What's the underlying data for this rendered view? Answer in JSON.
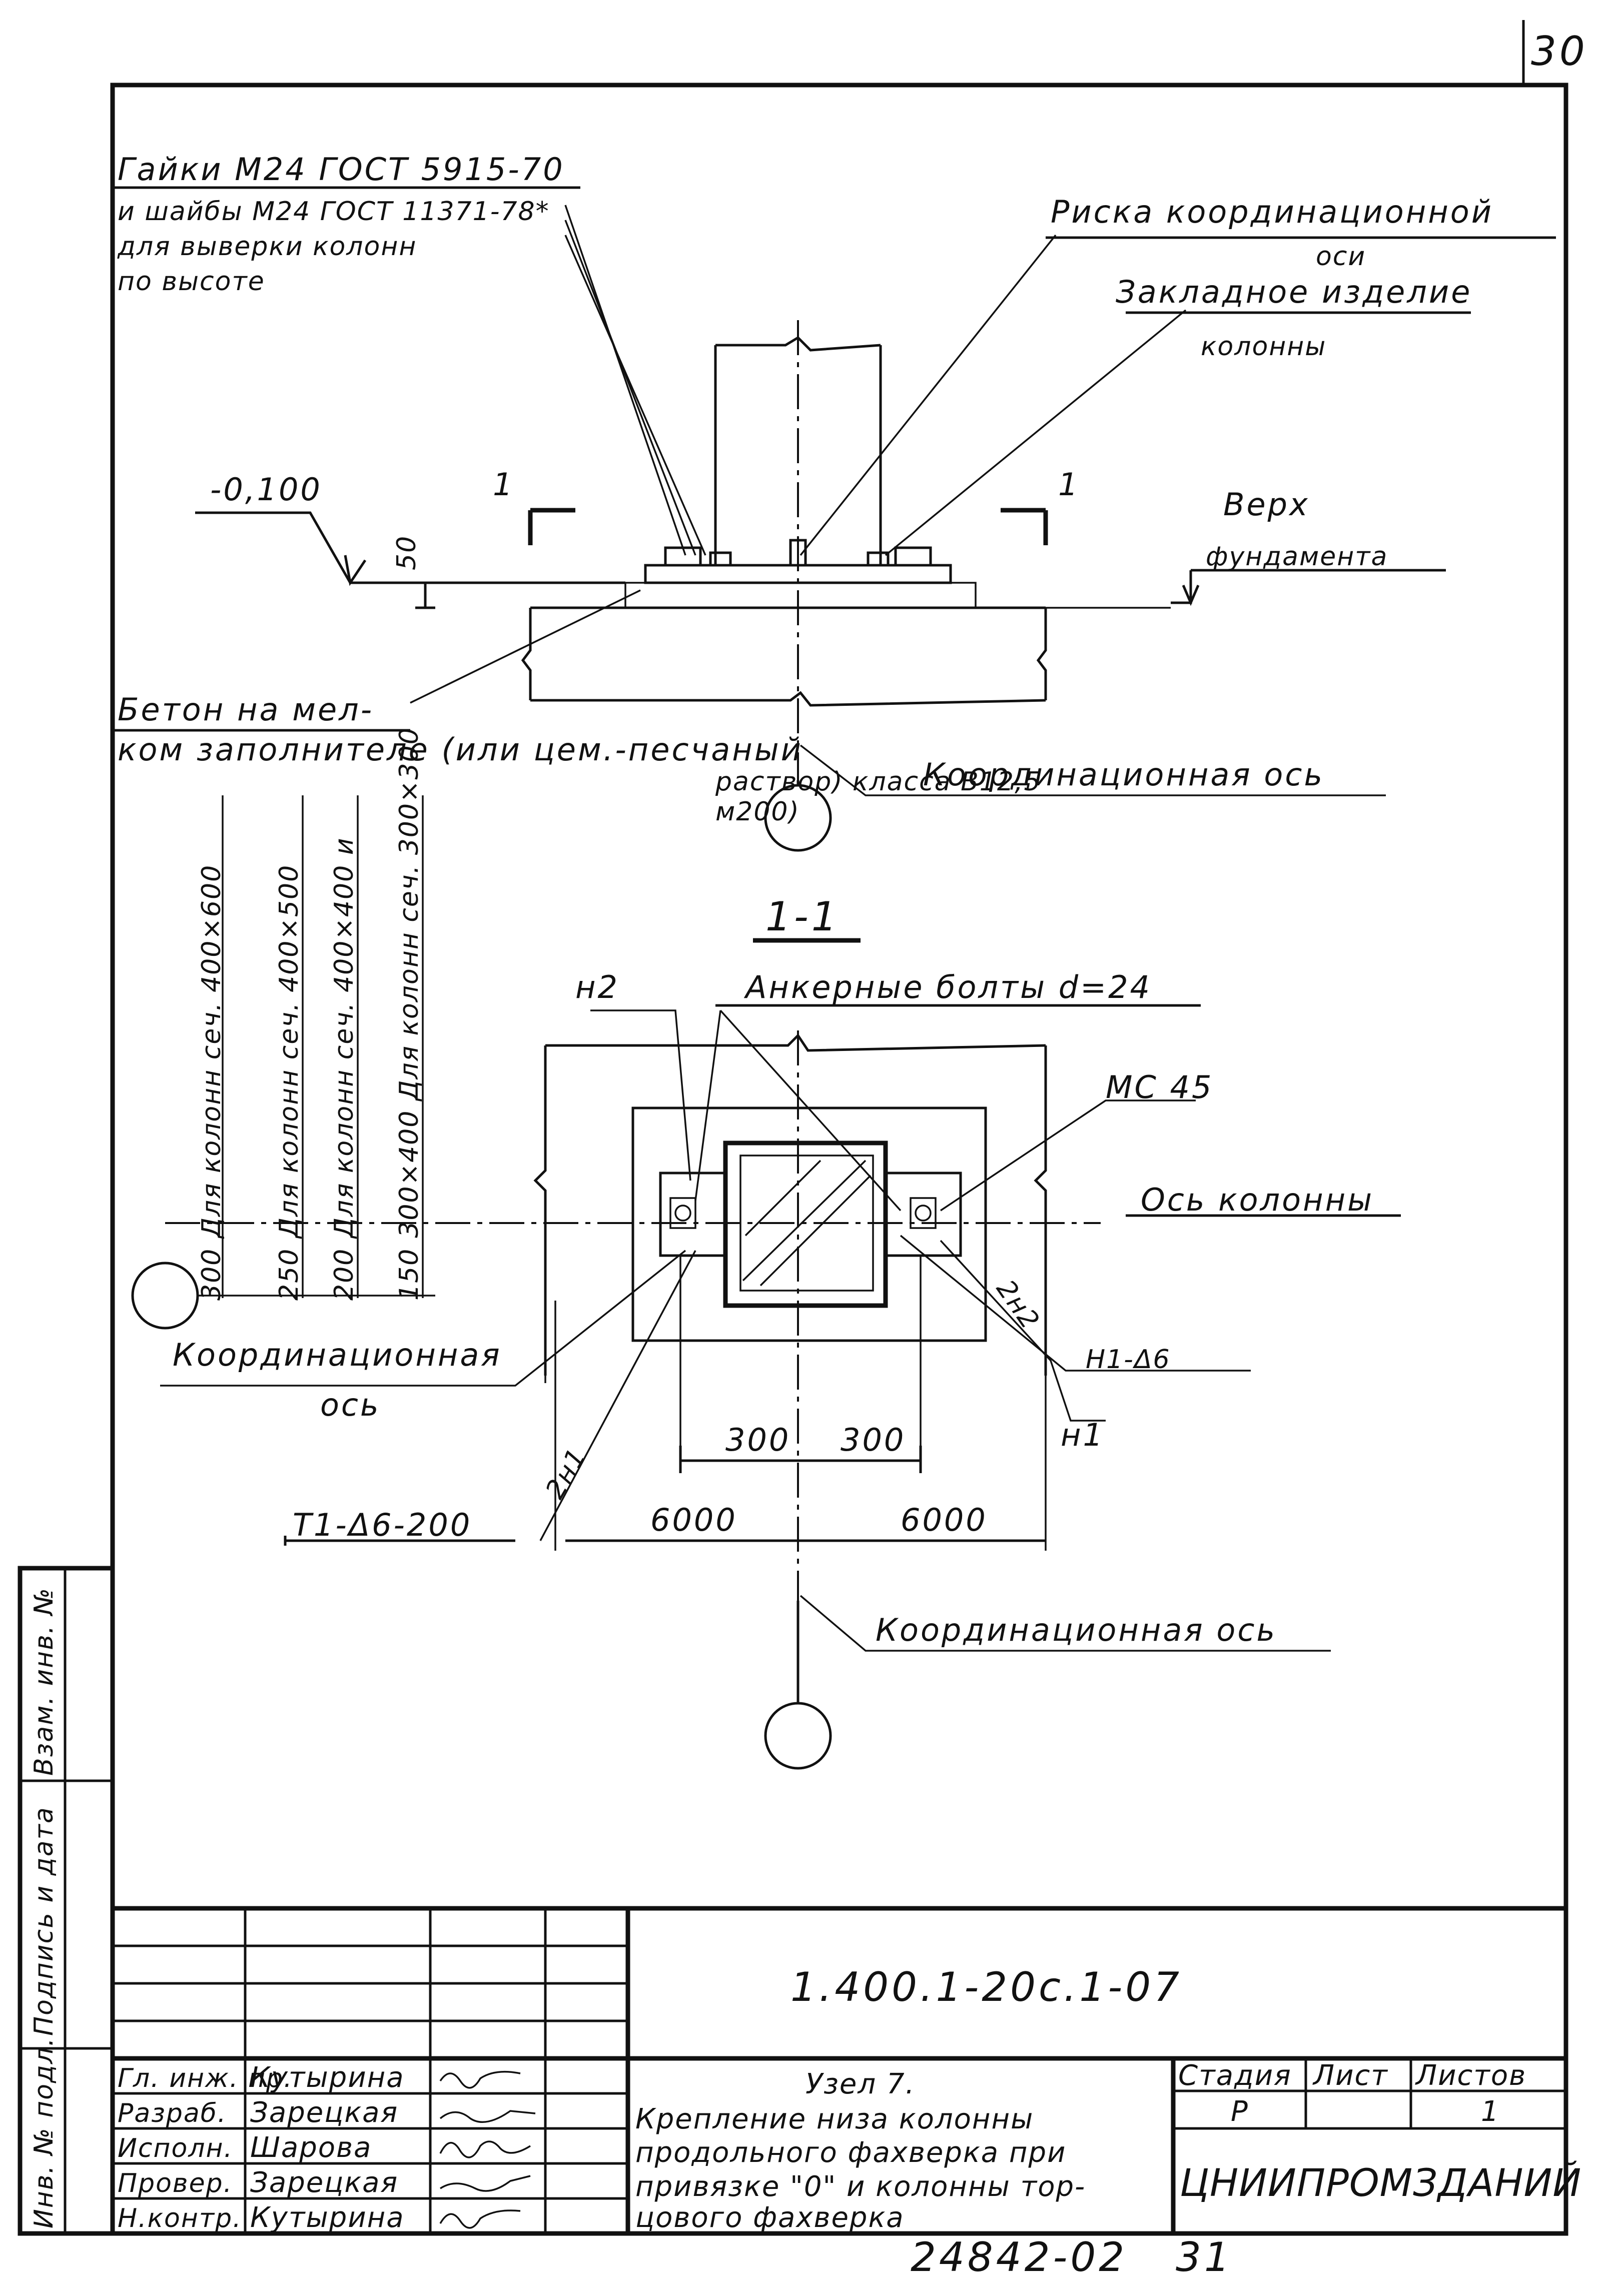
{
  "sheet_number": "30",
  "bottom_code": "24842-02",
  "bottom_page": "31",
  "callouts": {
    "nuts_line1": "Гайки М24  ГОСТ 5915-70",
    "nuts_line2": "и шайбы М24 ГОСТ 11371-78*",
    "nuts_line3": "для выверки колонн",
    "nuts_line4": "по высоте",
    "risk_line1": "Риска координационной",
    "risk_line2": "оси",
    "embed_line1": "Закладное изделие",
    "embed_line2": "колонны",
    "level": "-0,100",
    "top_line1": "Верх",
    "top_line2": "фундамента",
    "dim_50": "50",
    "section_mark_left": "1",
    "section_mark_right": "1",
    "concrete_line1": "Бетон на мел-",
    "concrete_line2": "ком заполнителе (или цем.-песчаный",
    "concrete_line3": "раствор) класса В12,5",
    "concrete_line4": "м200)",
    "coord_axis_1": "Координационная ось",
    "section_title": "1-1",
    "anchor_bolts": "Анкерные болты d=24",
    "n2": "н2",
    "mc45": "МС 45",
    "column_axis": "Ось колонны",
    "coord_axis_left_1": "Координационная",
    "coord_axis_left_2": "ось",
    "n2_count": "2н2",
    "h1_label": "Н1-Δ6",
    "n1": "н1",
    "n1_count": "2н1",
    "t1_label": "Т1-Δ6-200",
    "coord_axis_2": "Координационная ось"
  },
  "dimensions": {
    "d300a": "300",
    "d300b": "300",
    "d6000a": "6000",
    "d6000b": "6000"
  },
  "column_notes": [
    {
      "value": "300",
      "text": "Для колонн сеч. 400×600"
    },
    {
      "value": "250",
      "text": "Для колонн сеч. 400×500"
    },
    {
      "value": "200",
      "text": "Для колонн сеч. 400×400 и"
    },
    {
      "value": "150",
      "text": "300×400 Для колонн сеч. 300×300"
    }
  ],
  "stamp": {
    "side_labels": [
      "Инв. № подл.",
      "Подпись и дата",
      "Взам. инв. №"
    ],
    "code": "1.400.1-20с.1-07",
    "rows": [
      {
        "role": "Гл. инж. пр.",
        "name": "Кутырина"
      },
      {
        "role": "Разраб.",
        "name": "Зарецкая"
      },
      {
        "role": "Исполн.",
        "name": "Шарова"
      },
      {
        "role": "Провер.",
        "name": "Зарецкая"
      },
      {
        "role": "Н.контр.",
        "name": "Кутырина"
      }
    ],
    "title_line1": "Узел 7.",
    "title_line2": "Крепление низа колонны",
    "title_line3": "продольного фахверка при",
    "title_line4": "привязке \"0\" и колонны тор-",
    "title_line5": "цового фахверка",
    "stage_header": "Стадия",
    "sheet_header": "Лист",
    "sheets_header": "Листов",
    "stage_value": "Р",
    "sheet_value": "",
    "sheets_value": "1",
    "org": "ЦНИИПРОМЗДАНИЙ"
  }
}
